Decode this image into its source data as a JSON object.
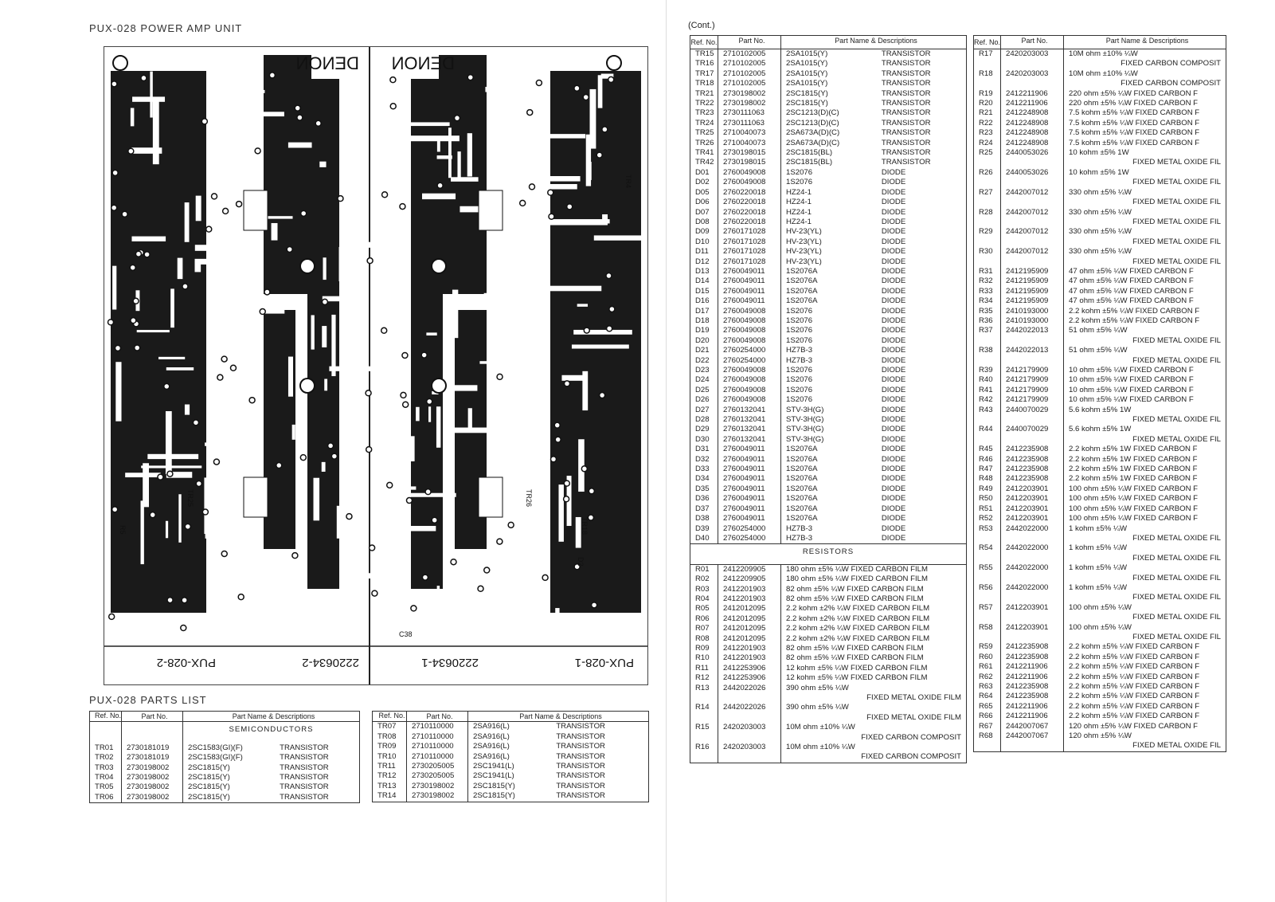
{
  "left": {
    "title": "PUX-028 POWER AMP UNIT",
    "pcb": {
      "brand_left": "DENON",
      "brand_right": "DENON",
      "board_label_left": "PUX-028-2",
      "board_code_left": "2220634-2",
      "board_code_right": "2220634-1",
      "board_label_right": "PUX-028-1",
      "labels": [
        "TR4",
        "TR25",
        "TR26",
        "TR18",
        "R5",
        "D2",
        "C38"
      ]
    },
    "parts_title": "PUX-028 PARTS LIST",
    "table_a": {
      "headers": [
        "Ref. No.",
        "Part No.",
        "Part Name & Descriptions"
      ],
      "section": "SEMICONDUCTORS",
      "rows": [
        [
          "TR01",
          "2730181019",
          "2SC1583(GI)(F)",
          "TRANSISTOR"
        ],
        [
          "TR02",
          "2730181019",
          "2SC1583(GI)(F)",
          "TRANSISTOR"
        ],
        [
          "TR03",
          "2730198002",
          "2SC1815(Y)",
          "TRANSISTOR"
        ],
        [
          "TR04",
          "2730198002",
          "2SC1815(Y)",
          "TRANSISTOR"
        ],
        [
          "TR05",
          "2730198002",
          "2SC1815(Y)",
          "TRANSISTOR"
        ],
        [
          "TR06",
          "2730198002",
          "2SC1815(Y)",
          "TRANSISTOR"
        ]
      ]
    },
    "table_b": {
      "headers": [
        "Ref. No.",
        "Part No.",
        "Part Name & Descriptions"
      ],
      "rows": [
        [
          "TR07",
          "2710110000",
          "2SA916(L)",
          "TRANSISTOR"
        ],
        [
          "TR08",
          "2710110000",
          "2SA916(L)",
          "TRANSISTOR"
        ],
        [
          "TR09",
          "2710110000",
          "2SA916(L)",
          "TRANSISTOR"
        ],
        [
          "TR10",
          "2710110000",
          "2SA916(L)",
          "TRANSISTOR"
        ],
        [
          "TR11",
          "2730205005",
          "2SC1941(L)",
          "TRANSISTOR"
        ],
        [
          "TR12",
          "2730205005",
          "2SC1941(L)",
          "TRANSISTOR"
        ],
        [
          "TR13",
          "2730198002",
          "2SC1815(Y)",
          "TRANSISTOR"
        ],
        [
          "TR14",
          "2730198002",
          "2SC1815(Y)",
          "TRANSISTOR"
        ]
      ]
    }
  },
  "right": {
    "cont": "(Cont.)",
    "table_c": {
      "headers": [
        "Ref. No.",
        "Part No.",
        "Part Name & Descriptions"
      ],
      "rows1": [
        [
          "TR15",
          "2710102005",
          "2SA1015(Y)",
          "TRANSISTOR"
        ],
        [
          "TR16",
          "2710102005",
          "2SA1015(Y)",
          "TRANSISTOR"
        ],
        [
          "TR17",
          "2710102005",
          "2SA1015(Y)",
          "TRANSISTOR"
        ],
        [
          "TR18",
          "2710102005",
          "2SA1015(Y)",
          "TRANSISTOR"
        ],
        [
          "TR21",
          "2730198002",
          "2SC1815(Y)",
          "TRANSISTOR"
        ],
        [
          "TR22",
          "2730198002",
          "2SC1815(Y)",
          "TRANSISTOR"
        ],
        [
          "TR23",
          "2730111063",
          "2SC1213(D)(C)",
          "TRANSISTOR"
        ],
        [
          "TR24",
          "2730111063",
          "2SC1213(D)(C)",
          "TRANSISTOR"
        ],
        [
          "TR25",
          "2710040073",
          "2SA673A(D)(C)",
          "TRANSISTOR"
        ],
        [
          "TR26",
          "2710040073",
          "2SA673A(D)(C)",
          "TRANSISTOR"
        ],
        [
          "TR41",
          "2730198015",
          "2SC1815(BL)",
          "TRANSISTOR"
        ],
        [
          "TR42",
          "2730198015",
          "2SC1815(BL)",
          "TRANSISTOR"
        ],
        [
          "D01",
          "2760049008",
          "1S2076",
          "DIODE"
        ],
        [
          "D02",
          "2760049008",
          "1S2076",
          "DIODE"
        ],
        [
          "D05",
          "2760220018",
          "HZ24-1",
          "DIODE"
        ],
        [
          "D06",
          "2760220018",
          "HZ24-1",
          "DIODE"
        ],
        [
          "D07",
          "2760220018",
          "HZ24-1",
          "DIODE"
        ],
        [
          "D08",
          "2760220018",
          "HZ24-1",
          "DIODE"
        ],
        [
          "D09",
          "2760171028",
          "HV-23(YL)",
          "DIODE"
        ],
        [
          "D10",
          "2760171028",
          "HV-23(YL)",
          "DIODE"
        ],
        [
          "D11",
          "2760171028",
          "HV-23(YL)",
          "DIODE"
        ],
        [
          "D12",
          "2760171028",
          "HV-23(YL)",
          "DIODE"
        ],
        [
          "D13",
          "2760049011",
          "1S2076A",
          "DIODE"
        ],
        [
          "D14",
          "2760049011",
          "1S2076A",
          "DIODE"
        ],
        [
          "D15",
          "2760049011",
          "1S2076A",
          "DIODE"
        ],
        [
          "D16",
          "2760049011",
          "1S2076A",
          "DIODE"
        ],
        [
          "D17",
          "2760049008",
          "1S2076",
          "DIODE"
        ],
        [
          "D18",
          "2760049008",
          "1S2076",
          "DIODE"
        ],
        [
          "D19",
          "2760049008",
          "1S2076",
          "DIODE"
        ],
        [
          "D20",
          "2760049008",
          "1S2076",
          "DIODE"
        ],
        [
          "D21",
          "2760254000",
          "HZ7B-3",
          "DIODE"
        ],
        [
          "D22",
          "2760254000",
          "HZ7B-3",
          "DIODE"
        ],
        [
          "D23",
          "2760049008",
          "1S2076",
          "DIODE"
        ],
        [
          "D24",
          "2760049008",
          "1S2076",
          "DIODE"
        ],
        [
          "D25",
          "2760049008",
          "1S2076",
          "DIODE"
        ],
        [
          "D26",
          "2760049008",
          "1S2076",
          "DIODE"
        ],
        [
          "D27",
          "2760132041",
          "STV-3H(G)",
          "DIODE"
        ],
        [
          "D28",
          "2760132041",
          "STV-3H(G)",
          "DIODE"
        ],
        [
          "D29",
          "2760132041",
          "STV-3H(G)",
          "DIODE"
        ],
        [
          "D30",
          "2760132041",
          "STV-3H(G)",
          "DIODE"
        ],
        [
          "D31",
          "2760049011",
          "1S2076A",
          "DIODE"
        ],
        [
          "D32",
          "2760049011",
          "1S2076A",
          "DIODE"
        ],
        [
          "D33",
          "2760049011",
          "1S2076A",
          "DIODE"
        ],
        [
          "D34",
          "2760049011",
          "1S2076A",
          "DIODE"
        ],
        [
          "D35",
          "2760049011",
          "1S2076A",
          "DIODE"
        ],
        [
          "D36",
          "2760049011",
          "1S2076A",
          "DIODE"
        ],
        [
          "D37",
          "2760049011",
          "1S2076A",
          "DIODE"
        ],
        [
          "D38",
          "2760049011",
          "1S2076A",
          "DIODE"
        ],
        [
          "D39",
          "2760254000",
          "HZ7B-3",
          "DIODE"
        ],
        [
          "D40",
          "2760254000",
          "HZ7B-3",
          "DIODE"
        ]
      ],
      "section": "RESISTORS",
      "rows2": [
        [
          "R01",
          "2412209905",
          "180 ohm  ±5% ¼W  FIXED CARBON FILM",
          ""
        ],
        [
          "R02",
          "2412209905",
          "180 ohm  ±5% ¼W  FIXED CARBON FILM",
          ""
        ],
        [
          "R03",
          "2412201903",
          "82 ohm   ±5% ¼W  FIXED CARBON FILM",
          ""
        ],
        [
          "R04",
          "2412201903",
          "82 ohm   ±5% ¼W  FIXED CARBON FILM",
          ""
        ],
        [
          "R05",
          "2412012095",
          "2.2 kohm ±2% ¼W  FIXED CARBON FILM",
          ""
        ],
        [
          "R06",
          "2412012095",
          "2.2 kohm ±2% ¼W  FIXED CARBON FILM",
          ""
        ],
        [
          "R07",
          "2412012095",
          "2.2 kohm ±2% ¼W  FIXED CARBON FILM",
          ""
        ],
        [
          "R08",
          "2412012095",
          "2.2 kohm ±2% ¼W  FIXED CARBON FILM",
          ""
        ],
        [
          "R09",
          "2412201903",
          "82 ohm   ±5% ¼W  FIXED CARBON FILM",
          ""
        ],
        [
          "R10",
          "2412201903",
          "82 ohm   ±5% ¼W  FIXED CARBON FILM",
          ""
        ],
        [
          "R11",
          "2412253906",
          "12 kohm  ±5% ¼W  FIXED CARBON FILM",
          ""
        ],
        [
          "R12",
          "2412253906",
          "12 kohm  ±5% ¼W  FIXED CARBON FILM",
          ""
        ],
        [
          "R13",
          "2442022026",
          "390 ohm  ±5% ¼W",
          "FIXED METAL OXIDE FILM"
        ],
        [
          "R14",
          "2442022026",
          "390 ohm  ±5% ¼W",
          "FIXED METAL OXIDE FILM"
        ],
        [
          "R15",
          "2420203003",
          "10M ohm  ±10% ¼W",
          "FIXED CARBON COMPOSIT"
        ],
        [
          "R16",
          "2420203003",
          "10M ohm  ±10% ¼W",
          "FIXED CARBON COMPOSIT"
        ]
      ]
    },
    "table_d": {
      "headers": [
        "Ref. No.",
        "Part No.",
        "Part Name & Descriptions"
      ],
      "rows": [
        [
          "R17",
          "2420203003",
          "10M ohm  ±10% ¼W",
          "FIXED CARBON COMPOSIT"
        ],
        [
          "R18",
          "2420203003",
          "10M ohm  ±10% ¼W",
          "FIXED CARBON COMPOSIT"
        ],
        [
          "R19",
          "2412211906",
          "220 ohm  ±5% ¼W FIXED CARBON F",
          ""
        ],
        [
          "R20",
          "2412211906",
          "220 ohm  ±5% ¼W FIXED CARBON F",
          ""
        ],
        [
          "R21",
          "2412248908",
          "7.5 kohm ±5% ¼W FIXED CARBON F",
          ""
        ],
        [
          "R22",
          "2412248908",
          "7.5 kohm ±5% ¼W FIXED CARBON F",
          ""
        ],
        [
          "R23",
          "2412248908",
          "7.5 kohm ±5% ¼W FIXED CARBON F",
          ""
        ],
        [
          "R24",
          "2412248908",
          "7.5 kohm ±5% ¼W FIXED CARBON F",
          ""
        ],
        [
          "R25",
          "2440053026",
          "10 kohm  ±5% 1W",
          "FIXED METAL OXIDE FIL"
        ],
        [
          "R26",
          "2440053026",
          "10 kohm  ±5% 1W",
          "FIXED METAL OXIDE FIL"
        ],
        [
          "R27",
          "2442007012",
          "330 ohm  ±5% ¼W",
          "FIXED METAL OXIDE FIL"
        ],
        [
          "R28",
          "2442007012",
          "330 ohm  ±5% ¼W",
          "FIXED METAL OXIDE FIL"
        ],
        [
          "R29",
          "2442007012",
          "330 ohm  ±5% ¼W",
          "FIXED METAL OXIDE FIL"
        ],
        [
          "R30",
          "2442007012",
          "330 ohm  ±5% ¼W",
          "FIXED METAL OXIDE FIL"
        ],
        [
          "R31",
          "2412195909",
          "47 ohm   ±5% ¼W FIXED CARBON F",
          ""
        ],
        [
          "R32",
          "2412195909",
          "47 ohm   ±5% ¼W FIXED CARBON F",
          ""
        ],
        [
          "R33",
          "2412195909",
          "47 ohm   ±5% ¼W FIXED CARBON F",
          ""
        ],
        [
          "R34",
          "2412195909",
          "47 ohm   ±5% ¼W FIXED CARBON F",
          ""
        ],
        [
          "R35",
          "2410193000",
          "2.2 kohm ±5% ¼W FIXED CARBON F",
          ""
        ],
        [
          "R36",
          "2410193000",
          "2.2 kohm ±5% ¼W FIXED CARBON F",
          ""
        ],
        [
          "R37",
          "2442022013",
          "51 ohm   ±5% ¼W",
          "FIXED METAL OXIDE FIL"
        ],
        [
          "R38",
          "2442022013",
          "51 ohm   ±5% ¼W",
          "FIXED METAL OXIDE FIL"
        ],
        [
          "R39",
          "2412179909",
          "10 ohm   ±5% ¼W FIXED CARBON F",
          ""
        ],
        [
          "R40",
          "2412179909",
          "10 ohm   ±5% ¼W FIXED CARBON F",
          ""
        ],
        [
          "R41",
          "2412179909",
          "10 ohm   ±5% ¼W FIXED CARBON F",
          ""
        ],
        [
          "R42",
          "2412179909",
          "10 ohm   ±5% ¼W FIXED CARBON F",
          ""
        ],
        [
          "R43",
          "2440070029",
          "5.6 kohm ±5% 1W",
          "FIXED METAL OXIDE FIL"
        ],
        [
          "R44",
          "2440070029",
          "5.6 kohm ±5% 1W",
          "FIXED METAL OXIDE FIL"
        ],
        [
          "R45",
          "2412235908",
          "2.2 kohm ±5% 1W  FIXED CARBON F",
          ""
        ],
        [
          "R46",
          "2412235908",
          "2.2 kohm ±5% 1W  FIXED CARBON F",
          ""
        ],
        [
          "R47",
          "2412235908",
          "2.2 kohm ±5% 1W  FIXED CARBON F",
          ""
        ],
        [
          "R48",
          "2412235908",
          "2.2 kohm ±5% 1W  FIXED CARBON F",
          ""
        ],
        [
          "R49",
          "2412203901",
          "100 ohm  ±5% ¼W FIXED CARBON F",
          ""
        ],
        [
          "R50",
          "2412203901",
          "100 ohm  ±5% ¼W FIXED CARBON F",
          ""
        ],
        [
          "R51",
          "2412203901",
          "100 ohm  ±5% ¼W FIXED CARBON F",
          ""
        ],
        [
          "R52",
          "2412203901",
          "100 ohm  ±5% ¼W FIXED CARBON F",
          ""
        ],
        [
          "R53",
          "2442022000",
          "1 kohm   ±5% ¼W",
          "FIXED METAL OXIDE FIL"
        ],
        [
          "R54",
          "2442022000",
          "1 kohm   ±5% ¼W",
          "FIXED METAL OXIDE FIL"
        ],
        [
          "R55",
          "2442022000",
          "1 kohm   ±5% ¼W",
          "FIXED METAL OXIDE FIL"
        ],
        [
          "R56",
          "2442022000",
          "1 kohm   ±5% ¼W",
          "FIXED METAL OXIDE FIL"
        ],
        [
          "R57",
          "2412203901",
          "100 ohm  ±5% ¼W",
          "FIXED METAL OXIDE FIL"
        ],
        [
          "R58",
          "2412203901",
          "100 ohm  ±5% ¼W",
          "FIXED METAL OXIDE FIL"
        ],
        [
          "R59",
          "2412235908",
          "2.2 kohm ±5% ¼W FIXED CARBON F",
          ""
        ],
        [
          "R60",
          "2412235908",
          "2.2 kohm ±5% ¼W FIXED CARBON F",
          ""
        ],
        [
          "R61",
          "2412211906",
          "2.2 kohm ±5% ¼W FIXED CARBON F",
          ""
        ],
        [
          "R62",
          "2412211906",
          "2.2 kohm ±5% ¼W FIXED CARBON F",
          ""
        ],
        [
          "R63",
          "2412235908",
          "2.2 kohm ±5% ¼W FIXED CARBON F",
          ""
        ],
        [
          "R64",
          "2412235908",
          "2.2 kohm ±5% ¼W FIXED CARBON F",
          ""
        ],
        [
          "R65",
          "2412211906",
          "2.2 kohm ±5% ¼W FIXED CARBON F",
          ""
        ],
        [
          "R66",
          "2412211906",
          "2.2 kohm ±5% ¼W FIXED CARBON F",
          ""
        ],
        [
          "R67",
          "2442007067",
          "120 ohm  ±5% ¼W FIXED CARBON F",
          ""
        ],
        [
          "R68",
          "2442007067",
          "120 ohm  ±5% ¼W",
          "FIXED METAL OXIDE FIL"
        ]
      ]
    }
  }
}
